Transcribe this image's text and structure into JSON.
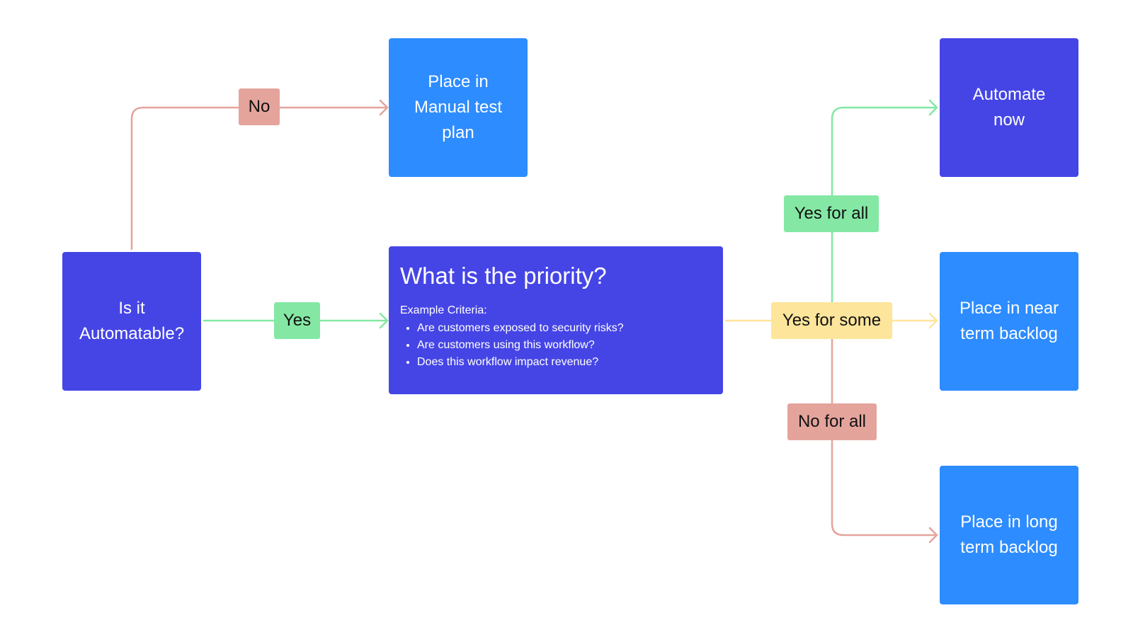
{
  "nodes": {
    "automatable": "Is it\nAutomatable?",
    "manual": "Place in\nManual test\nplan",
    "automate_now": "Automate\nnow",
    "near_term": "Place in near\nterm backlog",
    "long_term": "Place in long\nterm backlog"
  },
  "priority": {
    "title": "What is the priority?",
    "criteria_label": "Example Criteria:",
    "criteria": [
      "Are customers exposed to security risks?",
      "Are customers using this workflow?",
      "Does this workflow impact revenue?"
    ]
  },
  "edge_labels": {
    "no": "No",
    "yes": "Yes",
    "yes_for_all": "Yes for all",
    "yes_for_some": "Yes for some",
    "no_for_all": "No for all"
  },
  "colors": {
    "dark_node": "#4545e6",
    "blue_node": "#2d8cff",
    "red_edge": "#e4a49c",
    "green_edge": "#84e8a4",
    "yellow_edge": "#fde59b"
  }
}
